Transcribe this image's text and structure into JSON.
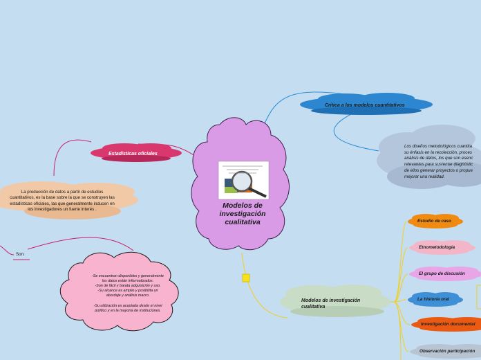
{
  "central": {
    "title_line1": "Modelos de",
    "title_line2": "investigación",
    "title_line3": "cualitativa"
  },
  "nodes": {
    "critica": "Critica a los modelos cuantitativos",
    "critica_desc_l1": "Los diseños metodológicos cuantita",
    "critica_desc_l2": "su énfasis en la recolección, proces",
    "critica_desc_l3": "análisis de datos, los que son esenc",
    "critica_desc_l4": "relevantes para sustentar diagnóstic",
    "critica_desc_l5": "de ellos generar proyectos o propue",
    "critica_desc_l6": "mejorar una realidad.",
    "estadisticas": "Estadísticas oficiales",
    "produccion_l1": "La producción de datos a partir de estudios",
    "produccion_l2": "cuantitativos, es la base sobre la que se construyen las",
    "produccion_l3": "estadísticas oficiales, las que generalmente inducen en",
    "produccion_l4": "los investigadores un fuerte interés .",
    "son": "Son:",
    "son_desc_l1": "-Se encuentran disponibles y generalmente",
    "son_desc_l2": "los datos están informatizados.",
    "son_desc_l3": "-Son de fácil y barata adquisición y uso.",
    "son_desc_l4": "-Su alcance es amplio y posibilita un",
    "son_desc_l5": "abordaje y análisis macro.",
    "son_desc_l6": "-Su utilización es aceptada desde el nivel",
    "son_desc_l7": "político y en la mayoría de instituciones.",
    "modelos_l1": "Modelos de investigación",
    "modelos_l2": "cualitativa"
  },
  "branches": [
    {
      "label": "Estudio de caso",
      "color": "#f08a10"
    },
    {
      "label": "Etnometodología",
      "color": "#f2b6c8"
    },
    {
      "label": "El grupo de discusión",
      "color": "#e9a6e6"
    },
    {
      "label": "La historia oral",
      "color": "#3f8fd6"
    },
    {
      "label": "Investigación documental",
      "color": "#ea5a12"
    },
    {
      "label": "Observación participación",
      "color": "#b9c4d2"
    }
  ],
  "colors": {
    "background": "#c5ddf0",
    "central_fill": "#d99ae6",
    "critica_fill": "#2c87d0",
    "critica_desc_fill": "#b4c6dc",
    "estadisticas_fill": "#d8386e",
    "produccion_fill": "#f1c9a6",
    "son_desc_fill": "#f8b3ce",
    "modelos_fill": "#c8dcc6",
    "connector_blue": "#2a8fd8",
    "connector_magenta": "#c8206a",
    "connector_yellow": "#f0d020"
  }
}
